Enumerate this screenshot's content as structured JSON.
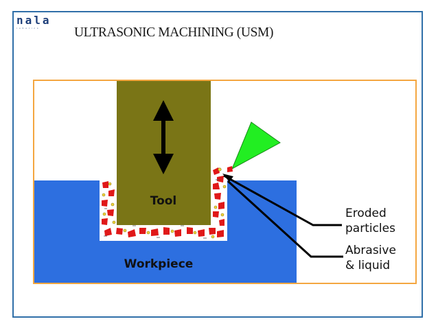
{
  "brand": {
    "logo_text": "nala",
    "logo_subtext": "robotics"
  },
  "slide": {
    "title": "ULTRASONIC MACHINING (USM)"
  },
  "diagram": {
    "labels": {
      "tool": "Tool",
      "workpiece": "Workpiece",
      "eroded_line1": "Eroded",
      "eroded_line2": "particles",
      "abrasive_line1": "Abrasive",
      "abrasive_line2": "& liquid"
    },
    "colors": {
      "border": "#f4a640",
      "tool": "#7a7516",
      "workpiece": "#2d6fe0",
      "nozzle": "#22ee22",
      "particles": "#e01818",
      "slurry": "#ffffff"
    }
  }
}
